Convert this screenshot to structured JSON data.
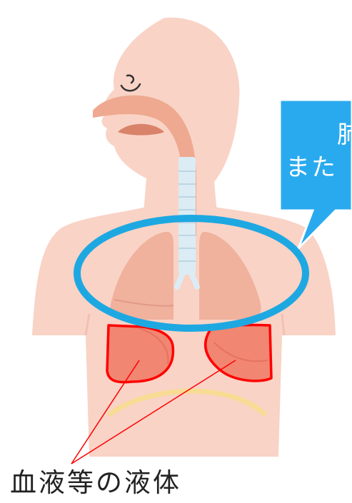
{
  "callout": {
    "line1": "肺",
    "line2": "また"
  },
  "label": {
    "text": "血液等の液体"
  },
  "colors": {
    "skin": "#f9d3c6",
    "mouth": "#eea990",
    "lung": "#eeaa95",
    "effusion_fill": "#f18672",
    "effusion_border": "#ff0000",
    "diaphragm": "#f8dc94",
    "trachea": "#dcecf4",
    "highlight_ring": "#1ea8e2",
    "callout_bg": "#29aaef",
    "leader_line": "#ff0000"
  }
}
